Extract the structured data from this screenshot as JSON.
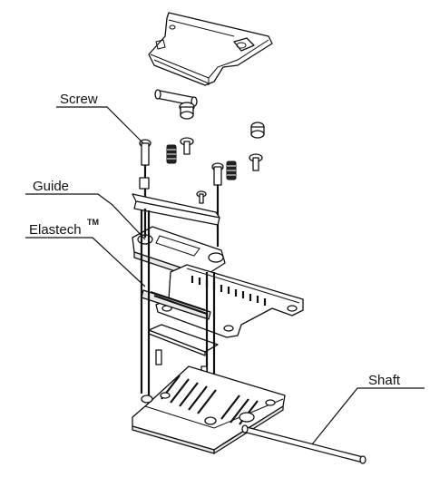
{
  "labels": {
    "screw": "Screw",
    "guide": "Guide",
    "elastech": "Elastech",
    "elastech_mark": "TM",
    "shaft": "Shaft"
  }
}
